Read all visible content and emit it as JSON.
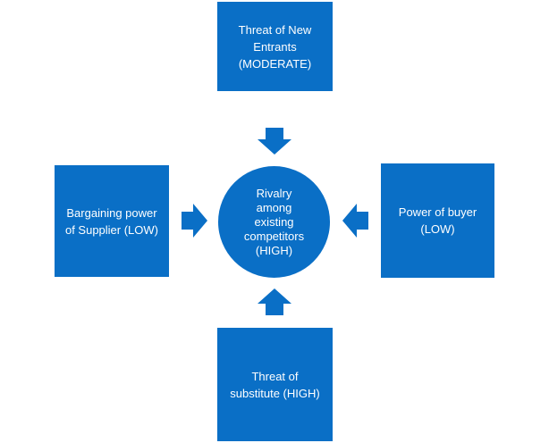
{
  "diagram": {
    "center": {
      "label": "Rivalry\namong\nexisting\ncompetitors\n(HIGH)"
    },
    "top": {
      "label": "Threat of New\nEntrants\n(MODERATE)"
    },
    "left": {
      "label": "Bargaining power\nof Supplier  (LOW)"
    },
    "right": {
      "label": "Power of buyer\n(LOW)"
    },
    "bottom": {
      "label": "Threat of\nsubstitute (HIGH)"
    }
  },
  "colors": {
    "fill": "#0a6fc6",
    "text": "#ffffff",
    "background": "#ffffff"
  }
}
